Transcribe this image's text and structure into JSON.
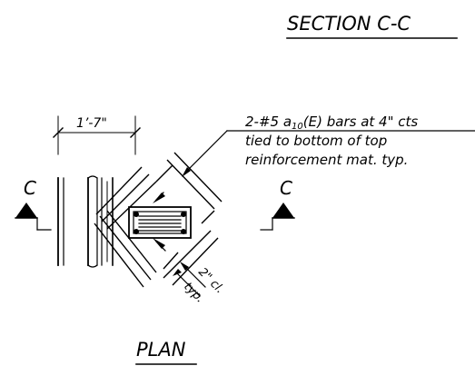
{
  "section_title": "SECTION C-C",
  "plan_title": "PLAN",
  "section_marker_left": "C",
  "section_marker_right": "C",
  "dimension_width": "1’-7\"",
  "note": {
    "line1_pre": "2-#5 ",
    "line1_mark": "a",
    "line1_sub": "10",
    "line1_post": "(E) bars at 4\" cts",
    "line2": "tied to bottom of top",
    "line3": "reinforcement mat. typ."
  },
  "clearance_label": "2\" cl.",
  "clearance_typ": "typ."
}
